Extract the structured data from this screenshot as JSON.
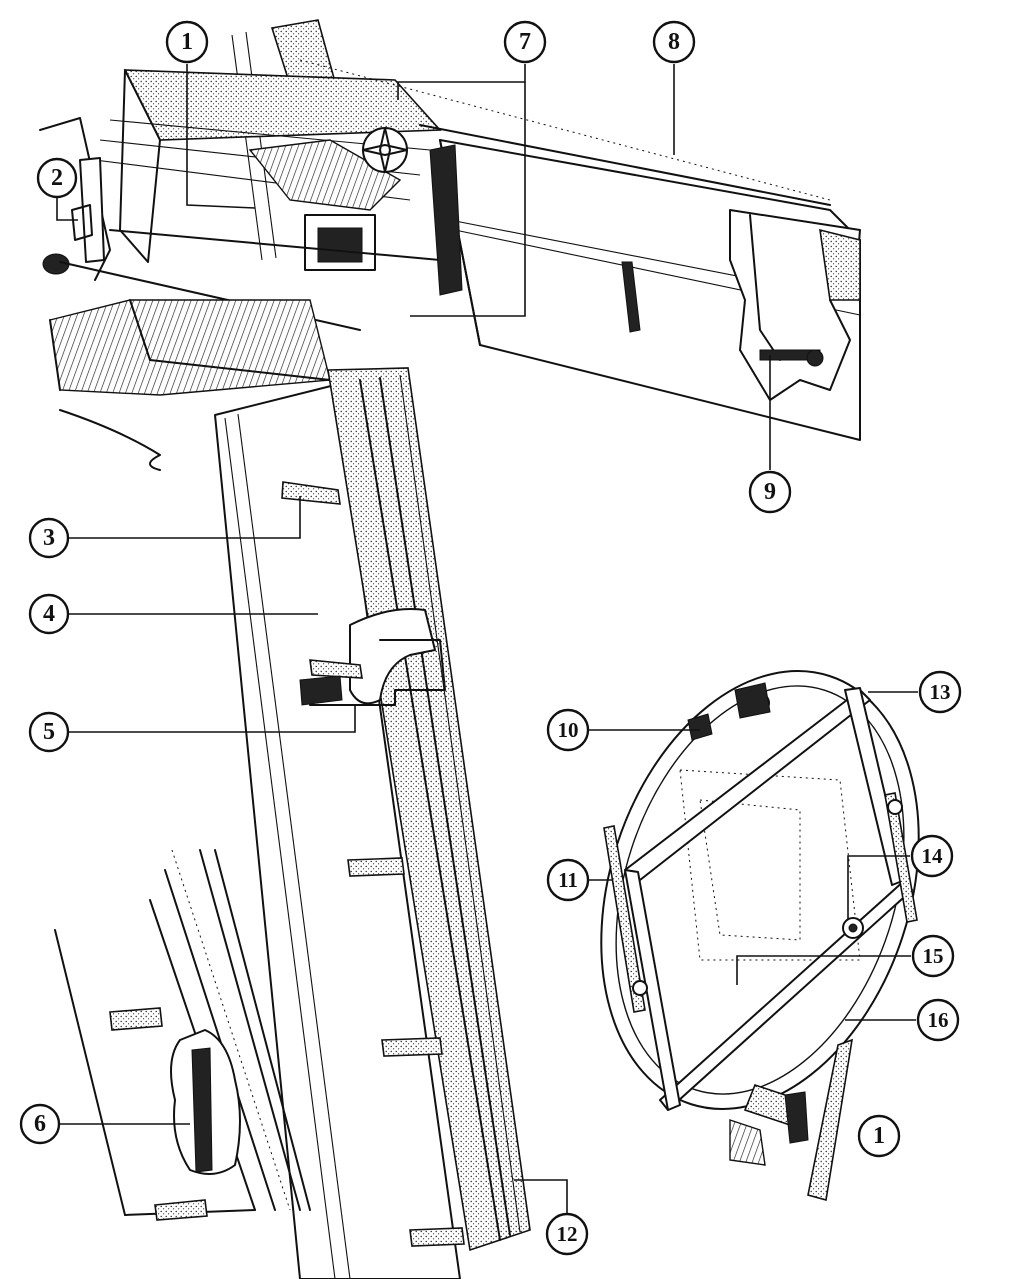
{
  "callouts": [
    {
      "id": "c1a",
      "label": "1"
    },
    {
      "id": "c2",
      "label": "2"
    },
    {
      "id": "c3",
      "label": "3"
    },
    {
      "id": "c4",
      "label": "4"
    },
    {
      "id": "c5",
      "label": "5"
    },
    {
      "id": "c6",
      "label": "6"
    },
    {
      "id": "c7",
      "label": "7"
    },
    {
      "id": "c8",
      "label": "8"
    },
    {
      "id": "c9",
      "label": "9"
    },
    {
      "id": "c10",
      "label": "10"
    },
    {
      "id": "c11",
      "label": "11"
    },
    {
      "id": "c12",
      "label": "12"
    },
    {
      "id": "c13",
      "label": "13"
    },
    {
      "id": "c14",
      "label": "14"
    },
    {
      "id": "c15",
      "label": "15"
    },
    {
      "id": "c16",
      "label": "16"
    },
    {
      "id": "c1b",
      "label": "1"
    }
  ],
  "colors": {
    "ink": "#111111",
    "paper": "#ffffff"
  }
}
